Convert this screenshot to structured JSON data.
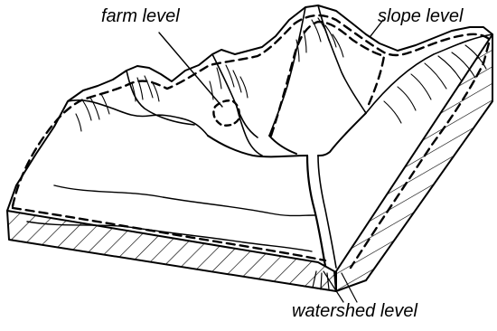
{
  "labels": {
    "farm": "farm level",
    "slope": "slope level",
    "watershed": "watershed level"
  }
}
